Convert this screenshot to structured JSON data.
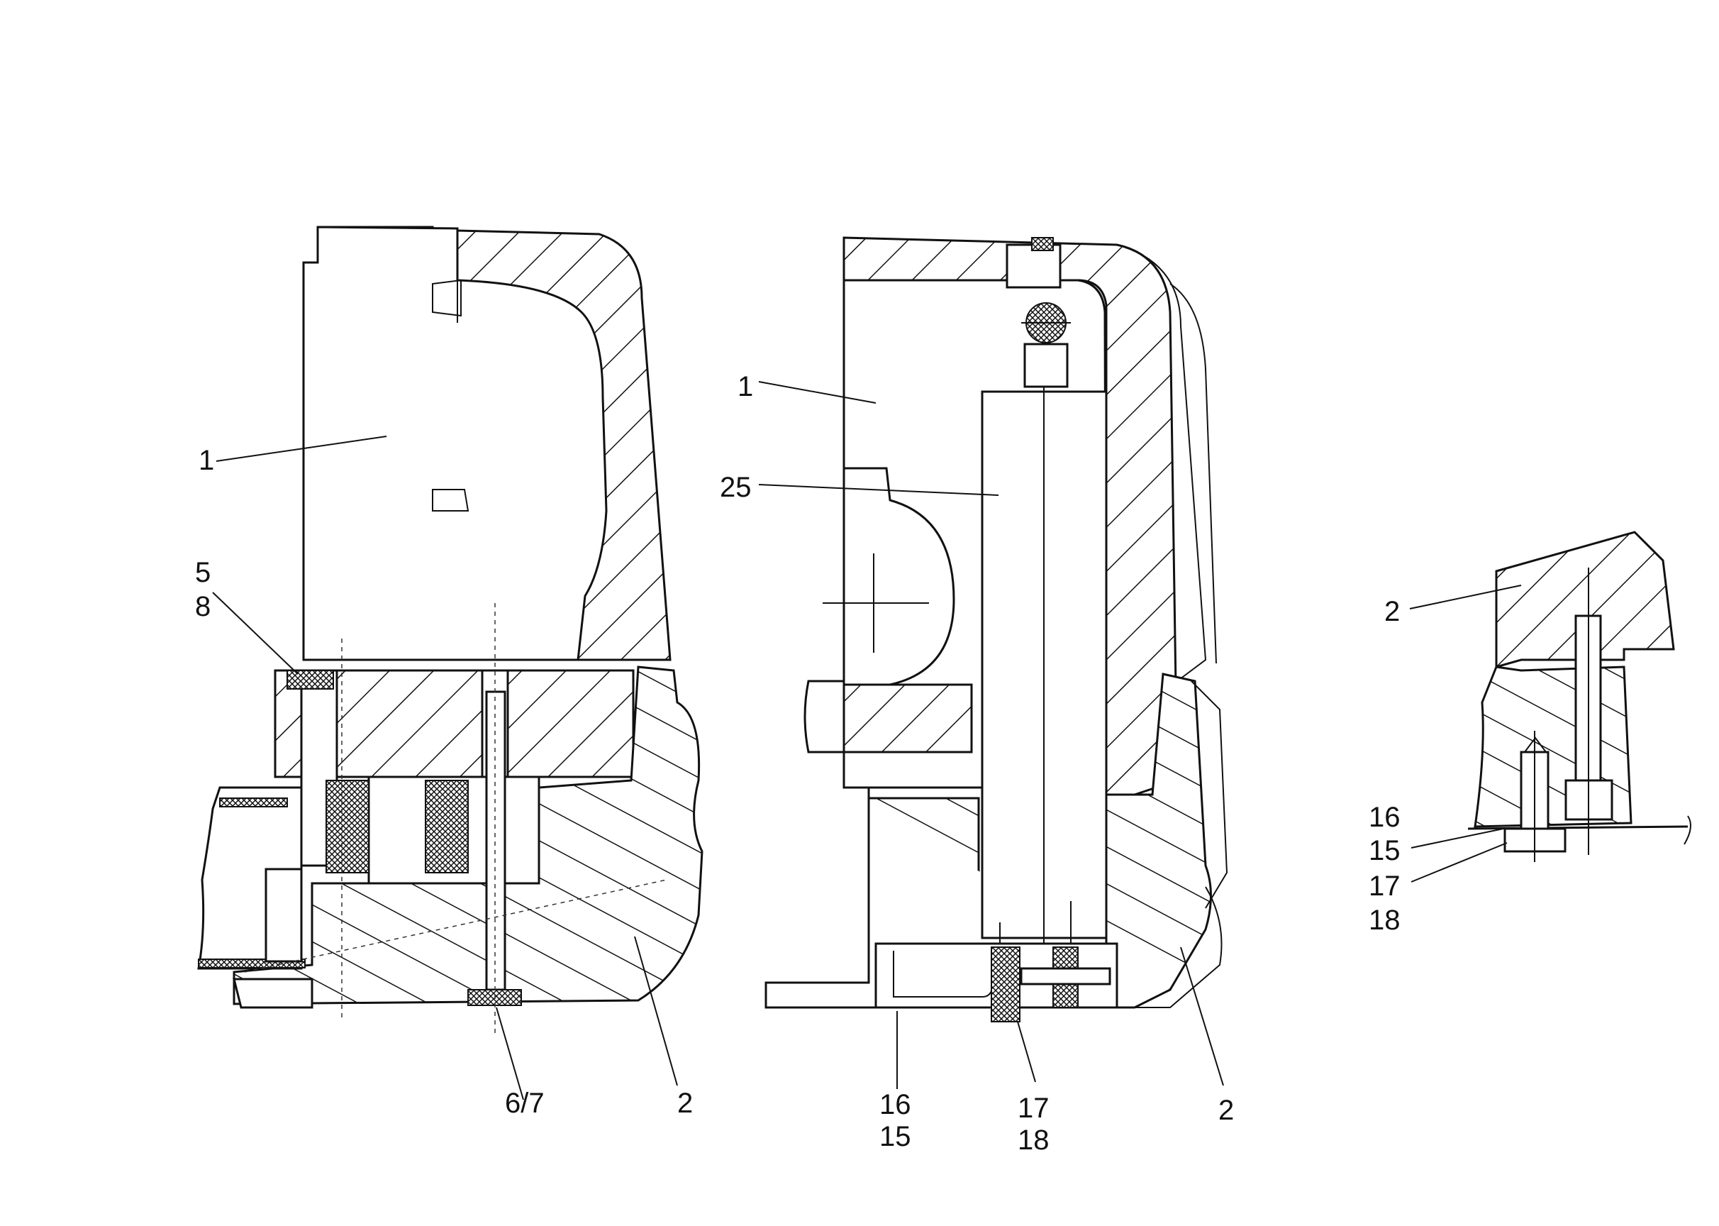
{
  "diagram": {
    "left_view": {
      "labels": {
        "part_1": "1",
        "part_5": "5",
        "part_8": "8",
        "part_6_7": "6/7",
        "part_2": "2"
      }
    },
    "middle_view": {
      "labels": {
        "part_1": "1",
        "part_25": "25",
        "part_16": "16",
        "part_15": "15",
        "part_17": "17",
        "part_18": "18",
        "part_2": "2"
      }
    },
    "right_detail": {
      "labels": {
        "part_2": "2",
        "part_16": "16",
        "part_15": "15",
        "part_17": "17",
        "part_18": "18"
      }
    }
  }
}
